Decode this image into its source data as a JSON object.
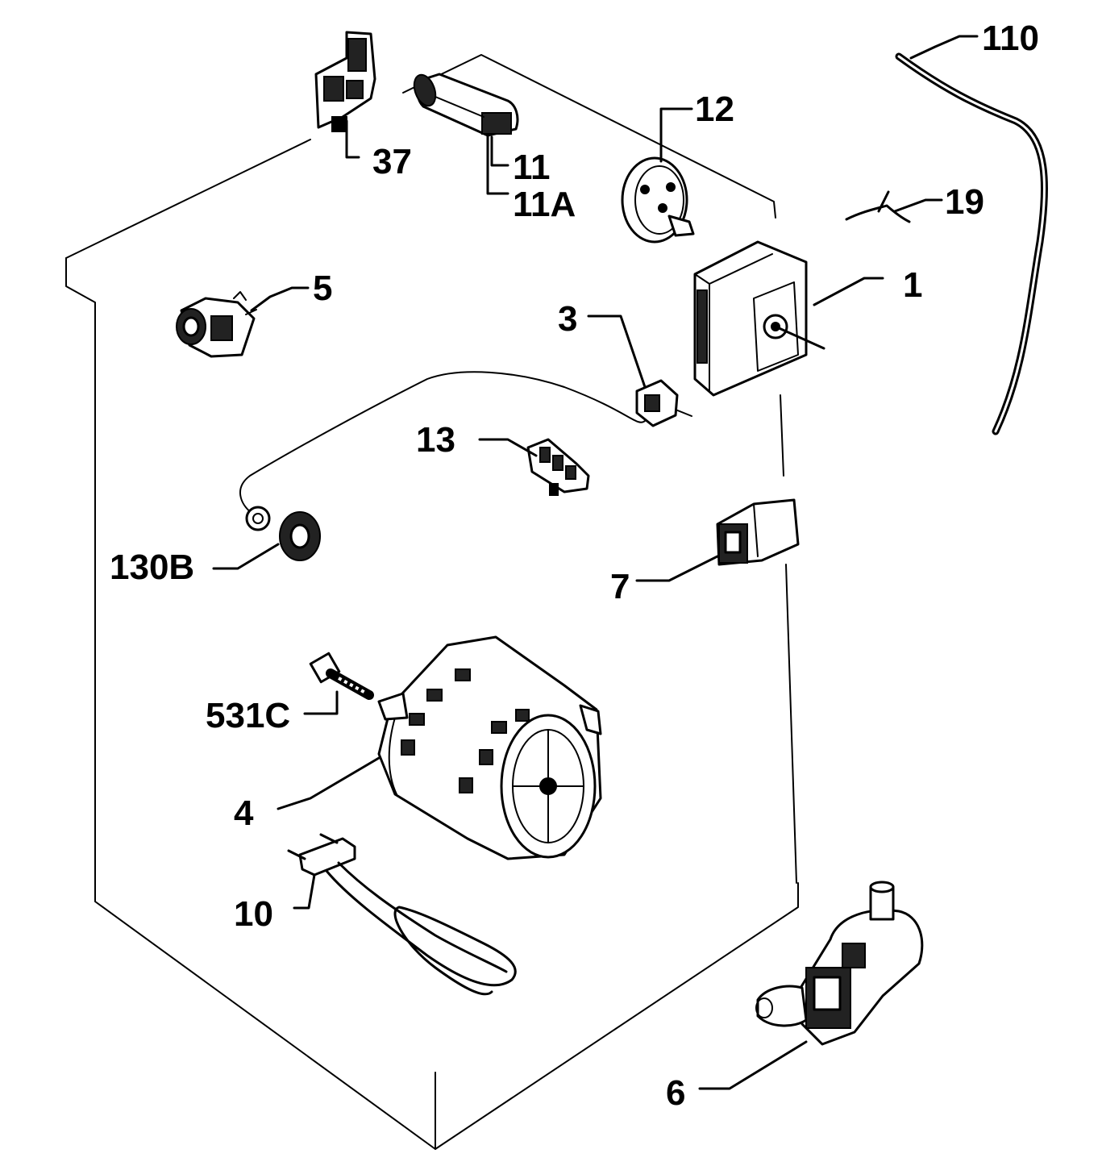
{
  "callouts": {
    "c110": "110",
    "c37": "37",
    "c11": "11",
    "c11a": "11A",
    "c12": "12",
    "c19": "19",
    "c5": "5",
    "c1": "1",
    "c3": "3",
    "c13": "13",
    "c130b": "130B",
    "c7": "7",
    "c531c": "531C",
    "c4": "4",
    "c10": "10",
    "c6": "6"
  },
  "colors": {
    "ink": "#000000",
    "paper": "#ffffff"
  }
}
